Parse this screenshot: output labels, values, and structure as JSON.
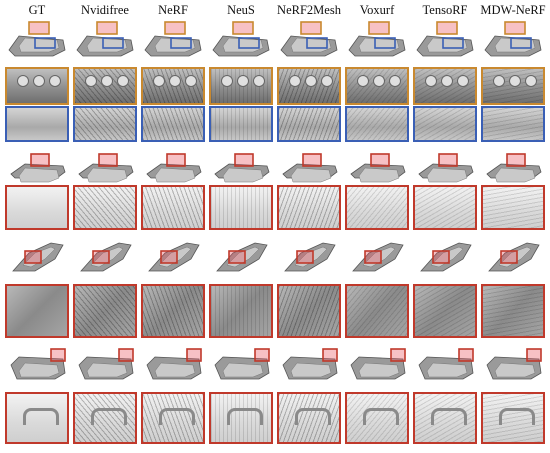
{
  "columns": [
    "GT",
    "Nvidifree",
    "NeRF",
    "NeuS",
    "NeRF2Mesh",
    "Voxurf",
    "TensoRF",
    "MDW-NeRF"
  ],
  "colors": {
    "orange_box": "#c9892f",
    "blue_box": "#3a5fb5",
    "red_box": "#c0392b",
    "red_fill": "rgba(231,76,90,0.35)"
  },
  "rows": [
    {
      "kind": "thumb",
      "subject": "boat-top-view"
    },
    {
      "kind": "crop-orange",
      "subject": "deck-equipment-closeup"
    },
    {
      "kind": "crop-blue",
      "subject": "hull-side-closeup"
    },
    {
      "kind": "thumb",
      "subject": "boat-side-view"
    },
    {
      "kind": "crop-red",
      "subject": "hull-surface-closeup"
    },
    {
      "kind": "thumb",
      "subject": "boat-angled-view"
    },
    {
      "kind": "crop-red",
      "subject": "deck-grid-closeup"
    },
    {
      "kind": "thumb",
      "subject": "boat-top-down-view"
    },
    {
      "kind": "crop-red",
      "subject": "handle-closeup"
    }
  ]
}
